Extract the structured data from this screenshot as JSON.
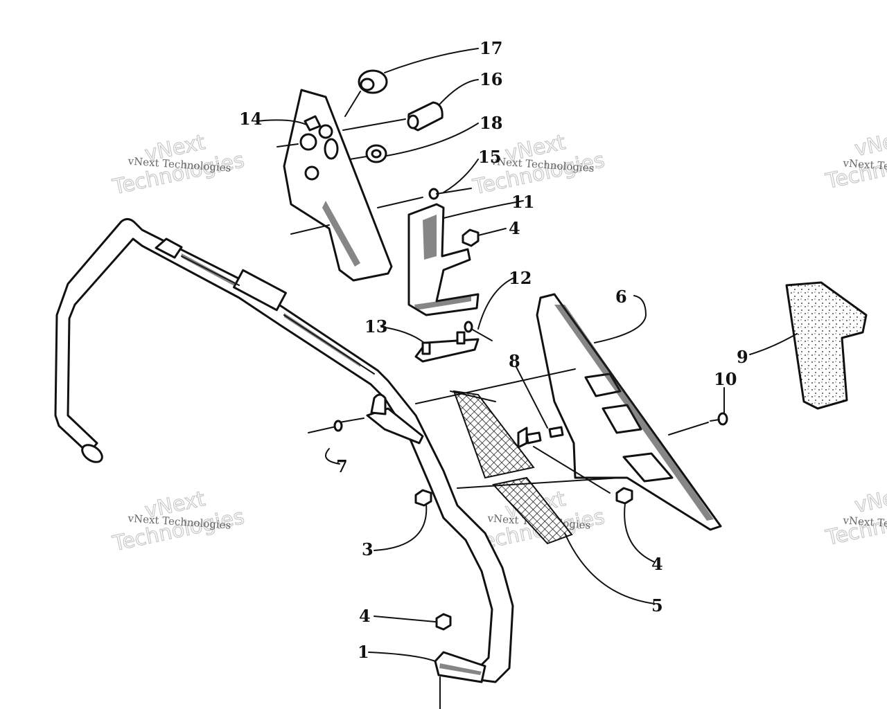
{
  "watermark": {
    "line_big_1": "vNext",
    "line_big_2": "Technologies",
    "line_small": "vNext Technologies"
  },
  "callouts": [
    {
      "id": "1",
      "label": "1"
    },
    {
      "id": "3",
      "label": "3"
    },
    {
      "id": "4a",
      "label": "4"
    },
    {
      "id": "4b",
      "label": "4"
    },
    {
      "id": "4c",
      "label": "4"
    },
    {
      "id": "5",
      "label": "5"
    },
    {
      "id": "6",
      "label": "6"
    },
    {
      "id": "7",
      "label": "7"
    },
    {
      "id": "8",
      "label": "8"
    },
    {
      "id": "9",
      "label": "9"
    },
    {
      "id": "10",
      "label": "10"
    },
    {
      "id": "11",
      "label": "11"
    },
    {
      "id": "12",
      "label": "12"
    },
    {
      "id": "13",
      "label": "13"
    },
    {
      "id": "14",
      "label": "14"
    },
    {
      "id": "15",
      "label": "15"
    },
    {
      "id": "16",
      "label": "16"
    },
    {
      "id": "17",
      "label": "17"
    },
    {
      "id": "18",
      "label": "18"
    }
  ],
  "colors": {
    "ink": "#111111",
    "paper": "#ffffff",
    "watermark": "#c8c8c8"
  }
}
